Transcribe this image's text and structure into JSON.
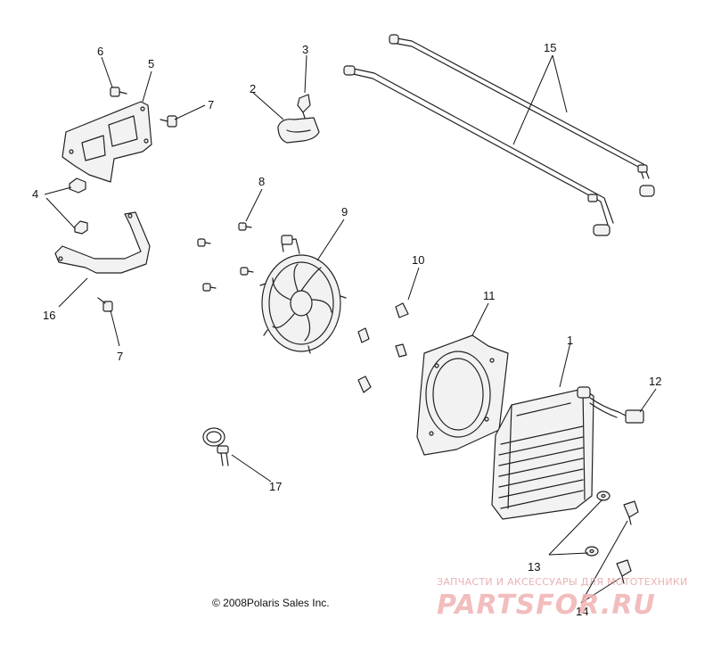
{
  "callouts": [
    "1",
    "2",
    "3",
    "4",
    "5",
    "6",
    "7",
    "7",
    "8",
    "9",
    "10",
    "11",
    "12",
    "13",
    "14",
    "15",
    "16",
    "17"
  ],
  "copyright": "© 2008Polaris Sales Inc.",
  "watermark": {
    "tagline": "ЗАПЧАСТИ И АКСЕССУАРЫ ДЛЯ МОТОТЕХНИКИ",
    "logo_text": "PARTSFOR.RU",
    "color": "#f0b2b2"
  }
}
